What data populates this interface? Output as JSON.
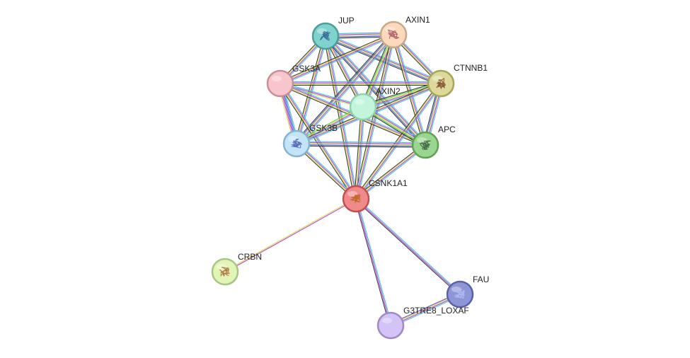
{
  "nodes": [
    {
      "id": "JUP",
      "label": "JUP",
      "fill": "#80d3cd",
      "stroke": "#4a9f99",
      "glyph": "#3a6f9a",
      "structure": true
    },
    {
      "id": "AXIN1",
      "label": "AXIN1",
      "fill": "#fdd9bc",
      "stroke": "#c9a88a",
      "glyph": "#b56a6a",
      "structure": true
    },
    {
      "id": "GSK3A",
      "label": "GSK3A",
      "fill": "#f7c6cc",
      "stroke": "#c98e95",
      "glyph": "",
      "structure": false
    },
    {
      "id": "CTNNB1",
      "label": "CTNNB1",
      "fill": "#dcd99a",
      "stroke": "#a8a45c",
      "glyph": "#8a5a3a",
      "structure": true
    },
    {
      "id": "AXIN2",
      "label": "AXIN2",
      "fill": "#c3f5dc",
      "stroke": "#8fd1ae",
      "glyph": "",
      "structure": false
    },
    {
      "id": "GSK3B",
      "label": "GSK3B",
      "fill": "#c3e4f7",
      "stroke": "#84b4d2",
      "glyph": "#5a70b8",
      "structure": true
    },
    {
      "id": "APC",
      "label": "APC",
      "fill": "#9ad68f",
      "stroke": "#5da452",
      "glyph": "#4a6a4a",
      "structure": true
    },
    {
      "id": "CSNK1A1",
      "label": "CSNK1A1",
      "fill": "#f08a8a",
      "stroke": "#c05050",
      "glyph": "#c06a2a",
      "structure": true
    },
    {
      "id": "CRBN",
      "label": "CRBN",
      "fill": "#e3f5b6",
      "stroke": "#a7c685",
      "glyph": "#b0804a",
      "structure": true
    },
    {
      "id": "FAU",
      "label": "FAU",
      "fill": "#8e96d8",
      "stroke": "#5a62a8",
      "glyph": "#b0b8f0",
      "structure": true
    },
    {
      "id": "G3TRE8_LOXAF",
      "label": "G3TRE8_LOXAF",
      "fill": "#d4c3f7",
      "stroke": "#a08ac4",
      "glyph": "",
      "structure": false
    }
  ],
  "edge_colors": {
    "cyan": "#3fc7e0",
    "magenta": "#c23bd1",
    "yellow": "#c8e040",
    "black": "#3a3a3a",
    "blue": "#4a62e0",
    "green": "#5ad44a",
    "purple": "#6a4ac8"
  },
  "edges": [
    {
      "a": "JUP",
      "b": "AXIN1",
      "colors": [
        "cyan",
        "magenta",
        "yellow",
        "blue",
        "black"
      ]
    },
    {
      "a": "JUP",
      "b": "GSK3A",
      "colors": [
        "cyan",
        "magenta",
        "yellow",
        "black"
      ]
    },
    {
      "a": "JUP",
      "b": "CTNNB1",
      "colors": [
        "cyan",
        "magenta",
        "yellow",
        "blue",
        "black"
      ]
    },
    {
      "a": "JUP",
      "b": "AXIN2",
      "colors": [
        "cyan",
        "magenta",
        "yellow",
        "black"
      ]
    },
    {
      "a": "JUP",
      "b": "GSK3B",
      "colors": [
        "cyan",
        "magenta",
        "yellow",
        "black"
      ]
    },
    {
      "a": "JUP",
      "b": "APC",
      "colors": [
        "cyan",
        "magenta",
        "yellow",
        "blue",
        "black"
      ]
    },
    {
      "a": "JUP",
      "b": "CSNK1A1",
      "colors": [
        "cyan",
        "magenta",
        "yellow",
        "black"
      ]
    },
    {
      "a": "AXIN1",
      "b": "GSK3A",
      "colors": [
        "cyan",
        "magenta",
        "yellow",
        "black"
      ]
    },
    {
      "a": "AXIN1",
      "b": "CTNNB1",
      "colors": [
        "cyan",
        "magenta",
        "yellow",
        "black"
      ]
    },
    {
      "a": "AXIN1",
      "b": "AXIN2",
      "colors": [
        "cyan",
        "magenta",
        "yellow",
        "green",
        "black"
      ]
    },
    {
      "a": "AXIN1",
      "b": "GSK3B",
      "colors": [
        "cyan",
        "magenta",
        "yellow",
        "blue",
        "black"
      ]
    },
    {
      "a": "AXIN1",
      "b": "APC",
      "colors": [
        "cyan",
        "magenta",
        "yellow",
        "black"
      ]
    },
    {
      "a": "AXIN1",
      "b": "CSNK1A1",
      "colors": [
        "cyan",
        "magenta",
        "yellow",
        "black"
      ]
    },
    {
      "a": "GSK3A",
      "b": "CTNNB1",
      "colors": [
        "cyan",
        "magenta",
        "yellow",
        "black"
      ]
    },
    {
      "a": "GSK3A",
      "b": "AXIN2",
      "colors": [
        "cyan",
        "magenta",
        "yellow"
      ]
    },
    {
      "a": "GSK3A",
      "b": "GSK3B",
      "colors": [
        "cyan",
        "blue",
        "purple",
        "magenta",
        "yellow"
      ]
    },
    {
      "a": "GSK3A",
      "b": "APC",
      "colors": [
        "cyan",
        "magenta",
        "yellow",
        "black"
      ]
    },
    {
      "a": "GSK3A",
      "b": "CSNK1A1",
      "colors": [
        "cyan",
        "magenta",
        "yellow",
        "black"
      ]
    },
    {
      "a": "CTNNB1",
      "b": "AXIN2",
      "colors": [
        "cyan",
        "magenta",
        "yellow",
        "green",
        "black"
      ]
    },
    {
      "a": "CTNNB1",
      "b": "GSK3B",
      "colors": [
        "cyan",
        "magenta",
        "yellow",
        "black"
      ]
    },
    {
      "a": "CTNNB1",
      "b": "APC",
      "colors": [
        "cyan",
        "magenta",
        "yellow",
        "blue",
        "black"
      ]
    },
    {
      "a": "CTNNB1",
      "b": "CSNK1A1",
      "colors": [
        "cyan",
        "magenta",
        "yellow",
        "black"
      ]
    },
    {
      "a": "AXIN2",
      "b": "GSK3B",
      "colors": [
        "cyan",
        "magenta",
        "yellow",
        "green"
      ]
    },
    {
      "a": "AXIN2",
      "b": "APC",
      "colors": [
        "cyan",
        "magenta",
        "yellow",
        "green",
        "black"
      ]
    },
    {
      "a": "AXIN2",
      "b": "CSNK1A1",
      "colors": [
        "cyan",
        "magenta",
        "yellow",
        "black"
      ]
    },
    {
      "a": "GSK3B",
      "b": "APC",
      "colors": [
        "cyan",
        "magenta",
        "yellow",
        "blue",
        "black"
      ]
    },
    {
      "a": "GSK3B",
      "b": "CSNK1A1",
      "colors": [
        "cyan",
        "magenta",
        "yellow",
        "black"
      ]
    },
    {
      "a": "APC",
      "b": "CSNK1A1",
      "colors": [
        "cyan",
        "magenta",
        "yellow",
        "black"
      ]
    },
    {
      "a": "CSNK1A1",
      "b": "CRBN",
      "colors": [
        "magenta",
        "yellow"
      ]
    },
    {
      "a": "CSNK1A1",
      "b": "FAU",
      "colors": [
        "cyan",
        "magenta",
        "black"
      ]
    },
    {
      "a": "CSNK1A1",
      "b": "G3TRE8_LOXAF",
      "colors": [
        "cyan",
        "magenta",
        "black"
      ]
    },
    {
      "a": "FAU",
      "b": "G3TRE8_LOXAF",
      "colors": [
        "cyan",
        "magenta",
        "yellow",
        "purple"
      ]
    }
  ]
}
